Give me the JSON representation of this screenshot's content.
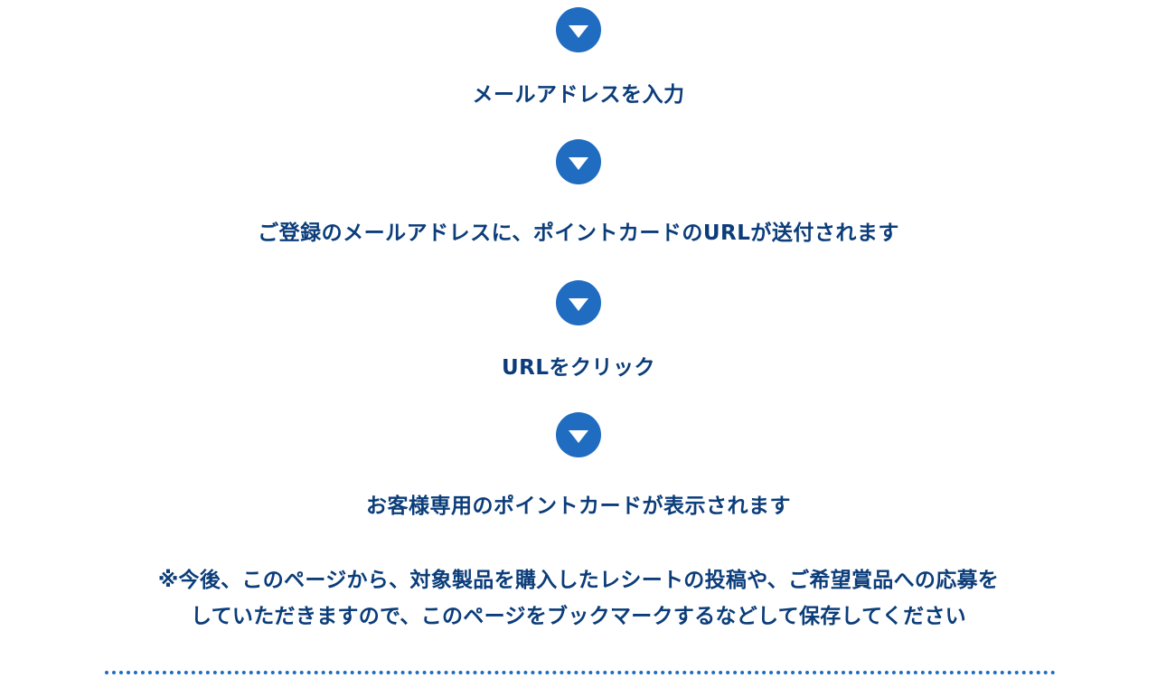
{
  "steps": [
    "メールアドレスを入力",
    "ご登録のメールアドレスに、ポイントカードのURLが送付されます",
    "URLをクリック",
    "お客様専用のポイントカードが表示されます"
  ],
  "note": {
    "line1": "※今後、このページから、対象製品を購入したレシートの投稿や、ご希望賞品への応募を",
    "line2": "していただきますので、このページをブックマークするなどして保存してください"
  },
  "colors": {
    "accent": "#1f6cc0",
    "text": "#0b3d7a"
  },
  "icons": {
    "step_arrow": "chevron-down-circle-icon"
  }
}
